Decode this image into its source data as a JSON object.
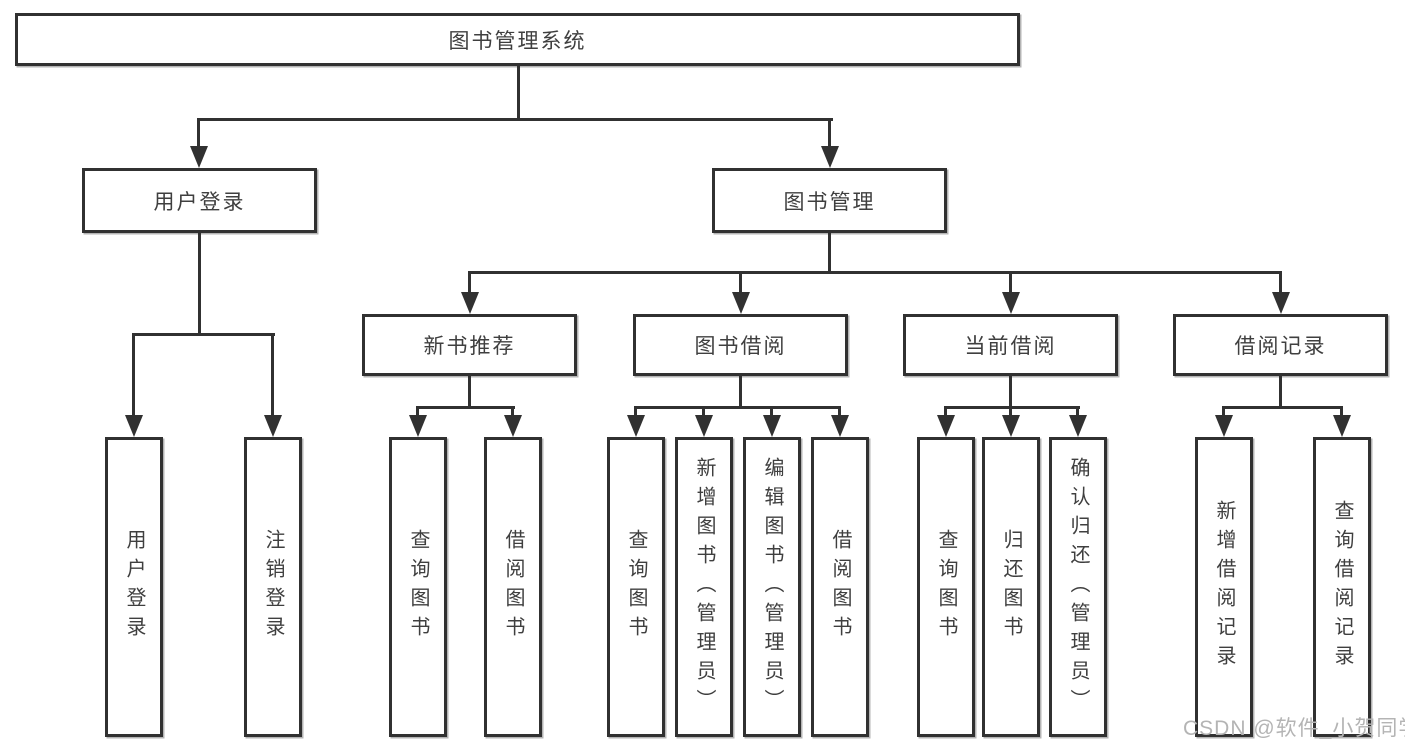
{
  "nodes": {
    "root": "图书管理系统",
    "branches": [
      {
        "label": "用户登录",
        "leaves": [
          "用户登录",
          "注销登录"
        ]
      },
      {
        "label": "图书管理",
        "groups": [
          {
            "label": "新书推荐",
            "leaves": [
              "查询图书",
              "借阅图书"
            ]
          },
          {
            "label": "图书借阅",
            "leaves": [
              "查询图书",
              "新增图书（管理员）",
              "编辑图书（管理员）",
              "借阅图书"
            ]
          },
          {
            "label": "当前借阅",
            "leaves": [
              "查询图书",
              "归还图书",
              "确认归还（管理员）"
            ]
          },
          {
            "label": "借阅记录",
            "leaves": [
              "新增借阅记录",
              "查询借阅记录"
            ]
          }
        ]
      }
    ]
  },
  "watermark": "CSDN @软件_小贺同学",
  "colors": {
    "line": "#313131",
    "text": "#3f3f3f",
    "box_background": "#ffffff",
    "watermark": "#b4b4b4",
    "page_background": "#ffffff"
  }
}
